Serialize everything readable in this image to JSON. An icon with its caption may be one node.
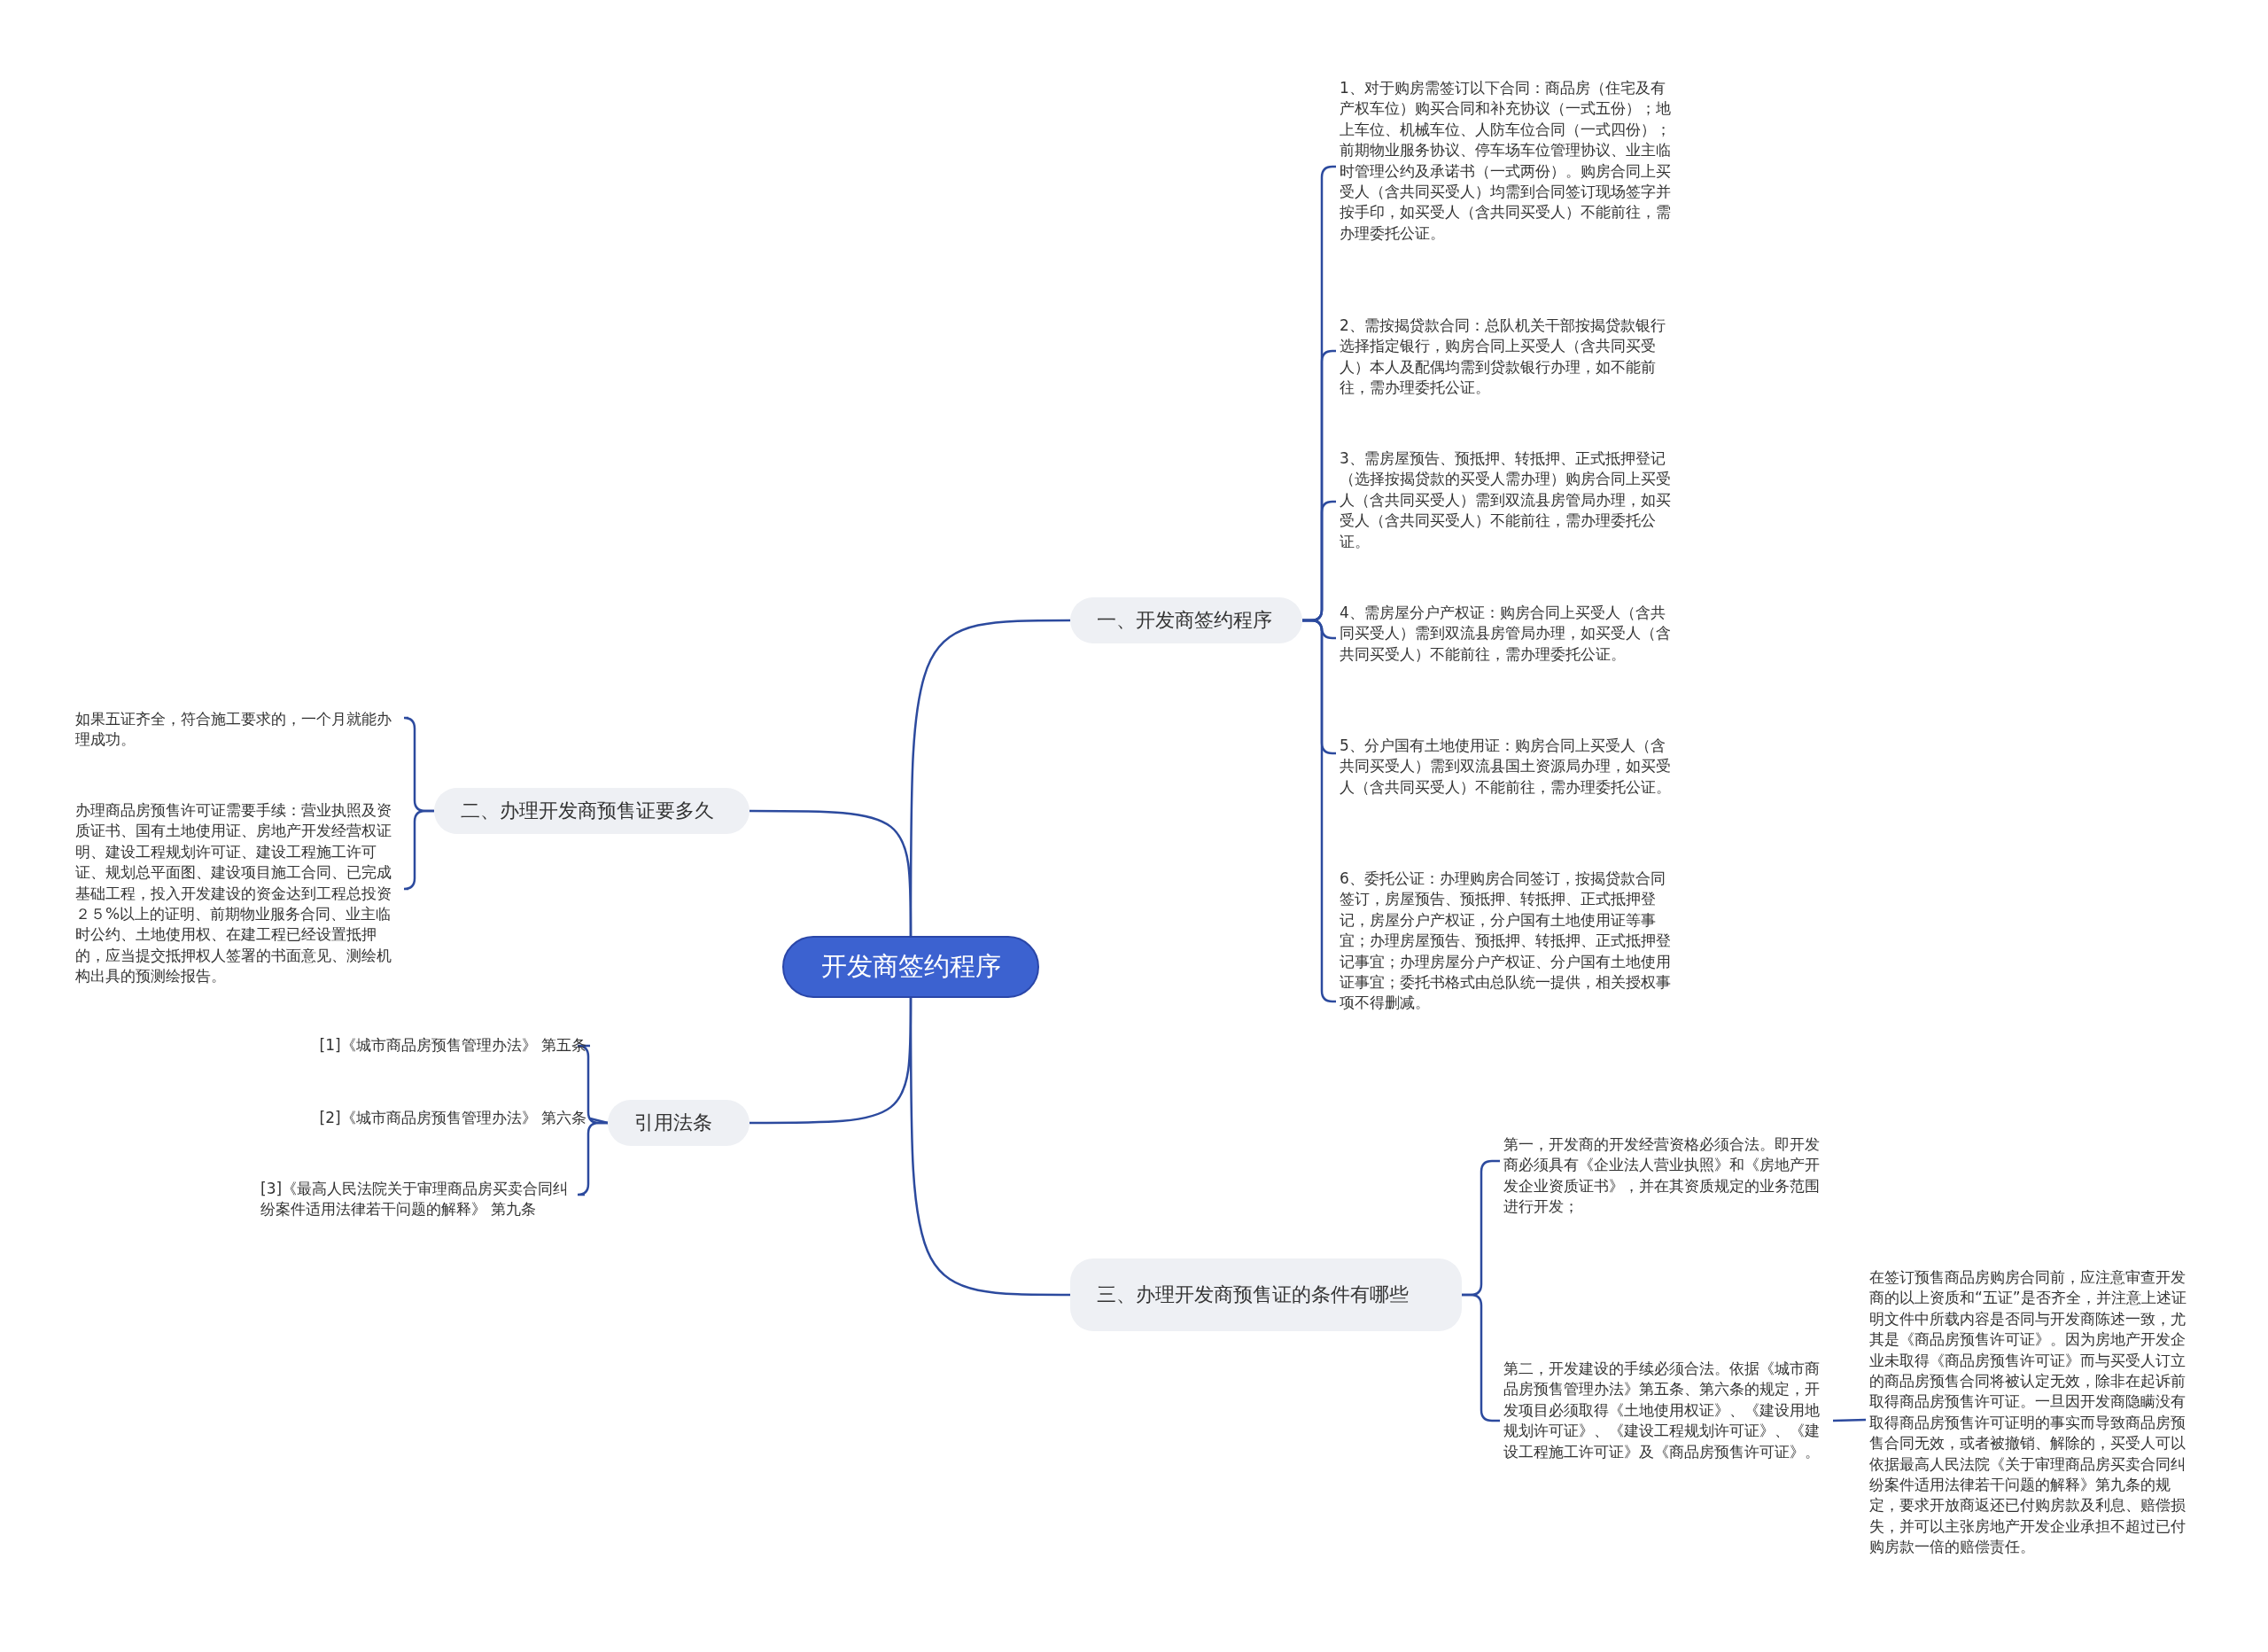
{
  "diagram": {
    "nodes": [
      {
        "text": [
          "开发商签约程序"
        ]
      },
      {
        "text": [
          "一、开发商签约程序"
        ]
      },
      {
        "text": [
          "1、对于购房需签订以下合同：商品房（住宅及有产权车位）购买合同和补充协议（一式五份）；地上车位、机械车位、人防车位合同（一式四份）；前期物业服务协议、停车场车位管理协议、业主临时管理公约及承诺书（一式两份）。购房合同上买受人（含共同买受人）均需到合同签订现场签字并按手印，如买受人（含共同买受人）不能前往，需办理委托公证。"
        ]
      },
      {
        "text": [
          "2、需按揭贷款合同：总队机关干部按揭贷款银行选择指定银行，购房合同上买受人（含共同买受人）本人及配偶均需到贷款银行办理，如不能前往，需办理委托公证。"
        ]
      },
      {
        "text": [
          "3、需房屋预告、预抵押、转抵押、正式抵押登记（选择按揭贷款的买受人需办理）购房合同上买受人（含共同买受人）需到双流县房管局办理，如买受人（含共同买受人）不能前往，需办理委托公证。"
        ]
      },
      {
        "text": [
          "4、需房屋分户产权证：购房合同上买受人（含共同买受人）需到双流县房管局办理，如买受人（含共同买受人）不能前往，需办理委托公证。"
        ]
      },
      {
        "text": [
          "5、分户国有土地使用证：购房合同上买受人（含共同买受人）需到双流县国土资源局办理，如买受人（含共同买受人）不能前往，需办理委托公证。"
        ]
      },
      {
        "text": [
          "6、委托公证：办理购房合同签订，按揭贷款合同签订，房屋预告、预抵押、转抵押、正式抵押登记，房屋分户产权证，分户国有土地使用证等事宜；办理房屋预告、预抵押、转抵押、正式抵押登记事宜；办理房屋分户产权证、分户国有土地使用证事宜；委托书格式由总队统一提供，相关授权事项不得删减。"
        ]
      },
      {
        "text": [
          "二、办理开发商预售证要多久"
        ]
      },
      {
        "text": [
          "如果五证齐全，符合施工要求的，一个月就能办理成功。"
        ]
      },
      {
        "text": [
          "办理商品房预售许可证需要手续：营业执照及资质证书、国有土地使用证、房地产开发经营权证明、建设工程规划许可证、建设工程施工许可证、规划总平面图、建设项目施工合同、已完成基础工程，投入开发建设的资金达到工程总投资２５%以上的证明、前期物业服务合同、业主临时公约、土地使用权、在建工程已经设置抵押的，应当提交抵押权人签署的书面意见、测绘机构出具的预测绘报告。"
        ]
      },
      {
        "text": [
          "引用法条"
        ]
      },
      {
        "text": [
          "[1]《城市商品房预售管理办法》 第五条"
        ]
      },
      {
        "text": [
          "[2]《城市商品房预售管理办法》 第六条"
        ]
      },
      {
        "text": [
          "[3]《最高人民法院关于审理商品房买卖合同纠纷案件适用法律若干问题的解释》 第九条"
        ]
      },
      {
        "text": [
          "三、办理开发商预售证的条件有哪些"
        ]
      },
      {
        "text": [
          "第一，开发商的开发经营资格必须合法。即开发商必须具有《企业法人营业执照》和《房地产开发企业资质证书》，并在其资质规定的业务范围进行开发；"
        ]
      },
      {
        "text": [
          "第二，开发建设的手续必须合法。依据《城市商品房预售管理办法》第五条、第六条的规定，开发项目必须取得《土地使用权证》、《建设用地规划许可证》、《建设工程规划许可证》、《建设工程施工许可证》及《商品房预售许可证》。"
        ]
      },
      {
        "text": [
          "在签订预售商品房购房合同前，应注意审查开发商的以上资质和“五证”是否齐全，并注意上述证明文件中所载内容是否同与开发商陈述一致，尤其是《商品房预售许可证》。因为房地产开发企业未取得《商品房预售许可证》而与买受人订立的商品房预售合同将被认定无效，除非在起诉前取得商品房预售许可证。一旦因开发商隐瞒没有取得商品房预售许可证明的事实而导致商品房预售合同无效，或者被撤销、解除的，买受人可以依据最高人民法院《关于审理商品房买卖合同纠纷案件适用法律若干问题的解释》第九条的规定，要求开放商返还已付购房款及利息、赔偿损失，并可以主张房地产开发企业承担不超过已付购房款一倍的赔偿责任。"
        ]
      }
    ],
    "edges": [
      {
        "from": 0,
        "to": 1,
        "arrow": "none"
      },
      {
        "from": 1,
        "to": 2,
        "arrow": "none"
      },
      {
        "from": 1,
        "to": 3,
        "arrow": "none"
      },
      {
        "from": 1,
        "to": 4,
        "arrow": "none"
      },
      {
        "from": 1,
        "to": 5,
        "arrow": "none"
      },
      {
        "from": 1,
        "to": 6,
        "arrow": "none"
      },
      {
        "from": 1,
        "to": 7,
        "arrow": "none"
      },
      {
        "from": 0,
        "to": 8,
        "arrow": "none"
      },
      {
        "from": 8,
        "to": 9,
        "arrow": "none"
      },
      {
        "from": 8,
        "to": 10,
        "arrow": "none"
      },
      {
        "from": 0,
        "to": 11,
        "arrow": "none"
      },
      {
        "from": 11,
        "to": 12,
        "arrow": "none"
      },
      {
        "from": 11,
        "to": 13,
        "arrow": "none"
      },
      {
        "from": 11,
        "to": 14,
        "arrow": "none"
      },
      {
        "from": 0,
        "to": 15,
        "arrow": "none"
      },
      {
        "from": 15,
        "to": 16,
        "arrow": "none"
      },
      {
        "from": 15,
        "to": 17,
        "arrow": "none"
      },
      {
        "from": 17,
        "to": 18,
        "arrow": "none"
      }
    ]
  }
}
